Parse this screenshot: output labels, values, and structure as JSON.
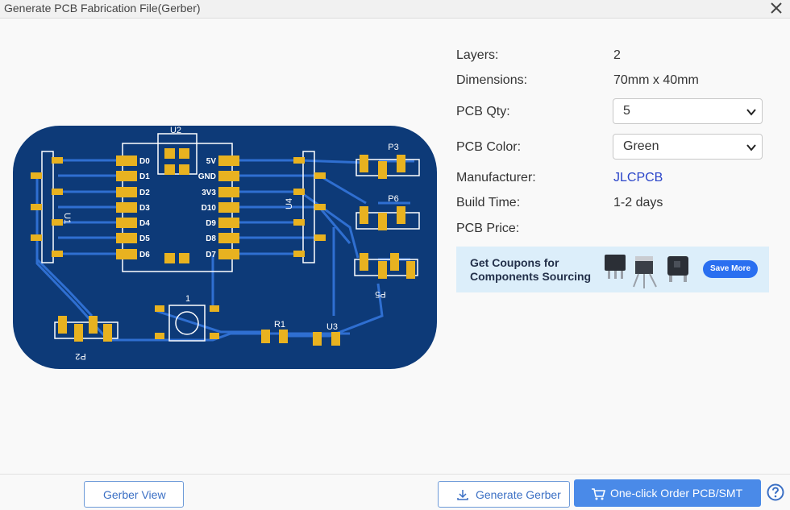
{
  "dialog": {
    "title": "Generate PCB Fabrication File(Gerber)"
  },
  "pcb_preview": {
    "labels": {
      "u2": "U2",
      "u1": "U1",
      "u4": "U4",
      "p3": "P3",
      "p6": "P6",
      "p5": "P5",
      "p2": "P2",
      "switch": "1",
      "r1": "R1",
      "u3": "U3"
    },
    "left_pins": [
      "D0",
      "D1",
      "D2",
      "D3",
      "D4",
      "D5",
      "D6"
    ],
    "right_pins": [
      "5V",
      "GND",
      "3V3",
      "D10",
      "D9",
      "D8",
      "D7"
    ],
    "colors": {
      "board": "#0d3a78",
      "trace": "#2f6fd1",
      "pad": "#e8b220"
    }
  },
  "info": {
    "layers_label": "Layers:",
    "layers_value": "2",
    "dimensions_label": "Dimensions:",
    "dimensions_value": "70mm x 40mm",
    "qty_label": "PCB Qty:",
    "qty_value": "5",
    "color_label": "PCB Color:",
    "color_value": "Green",
    "manufacturer_label": "Manufacturer:",
    "manufacturer_value": "JLCPCB",
    "build_time_label": "Build Time:",
    "build_time_value": "1-2 days",
    "price_label": "PCB Price:"
  },
  "banner": {
    "line1": "Get Coupons for",
    "line2": "Components Sourcing",
    "button": "Save More"
  },
  "footer": {
    "gerber_view": "Gerber View",
    "generate_gerber": "Generate Gerber",
    "order": "One-click Order PCB/SMT"
  }
}
